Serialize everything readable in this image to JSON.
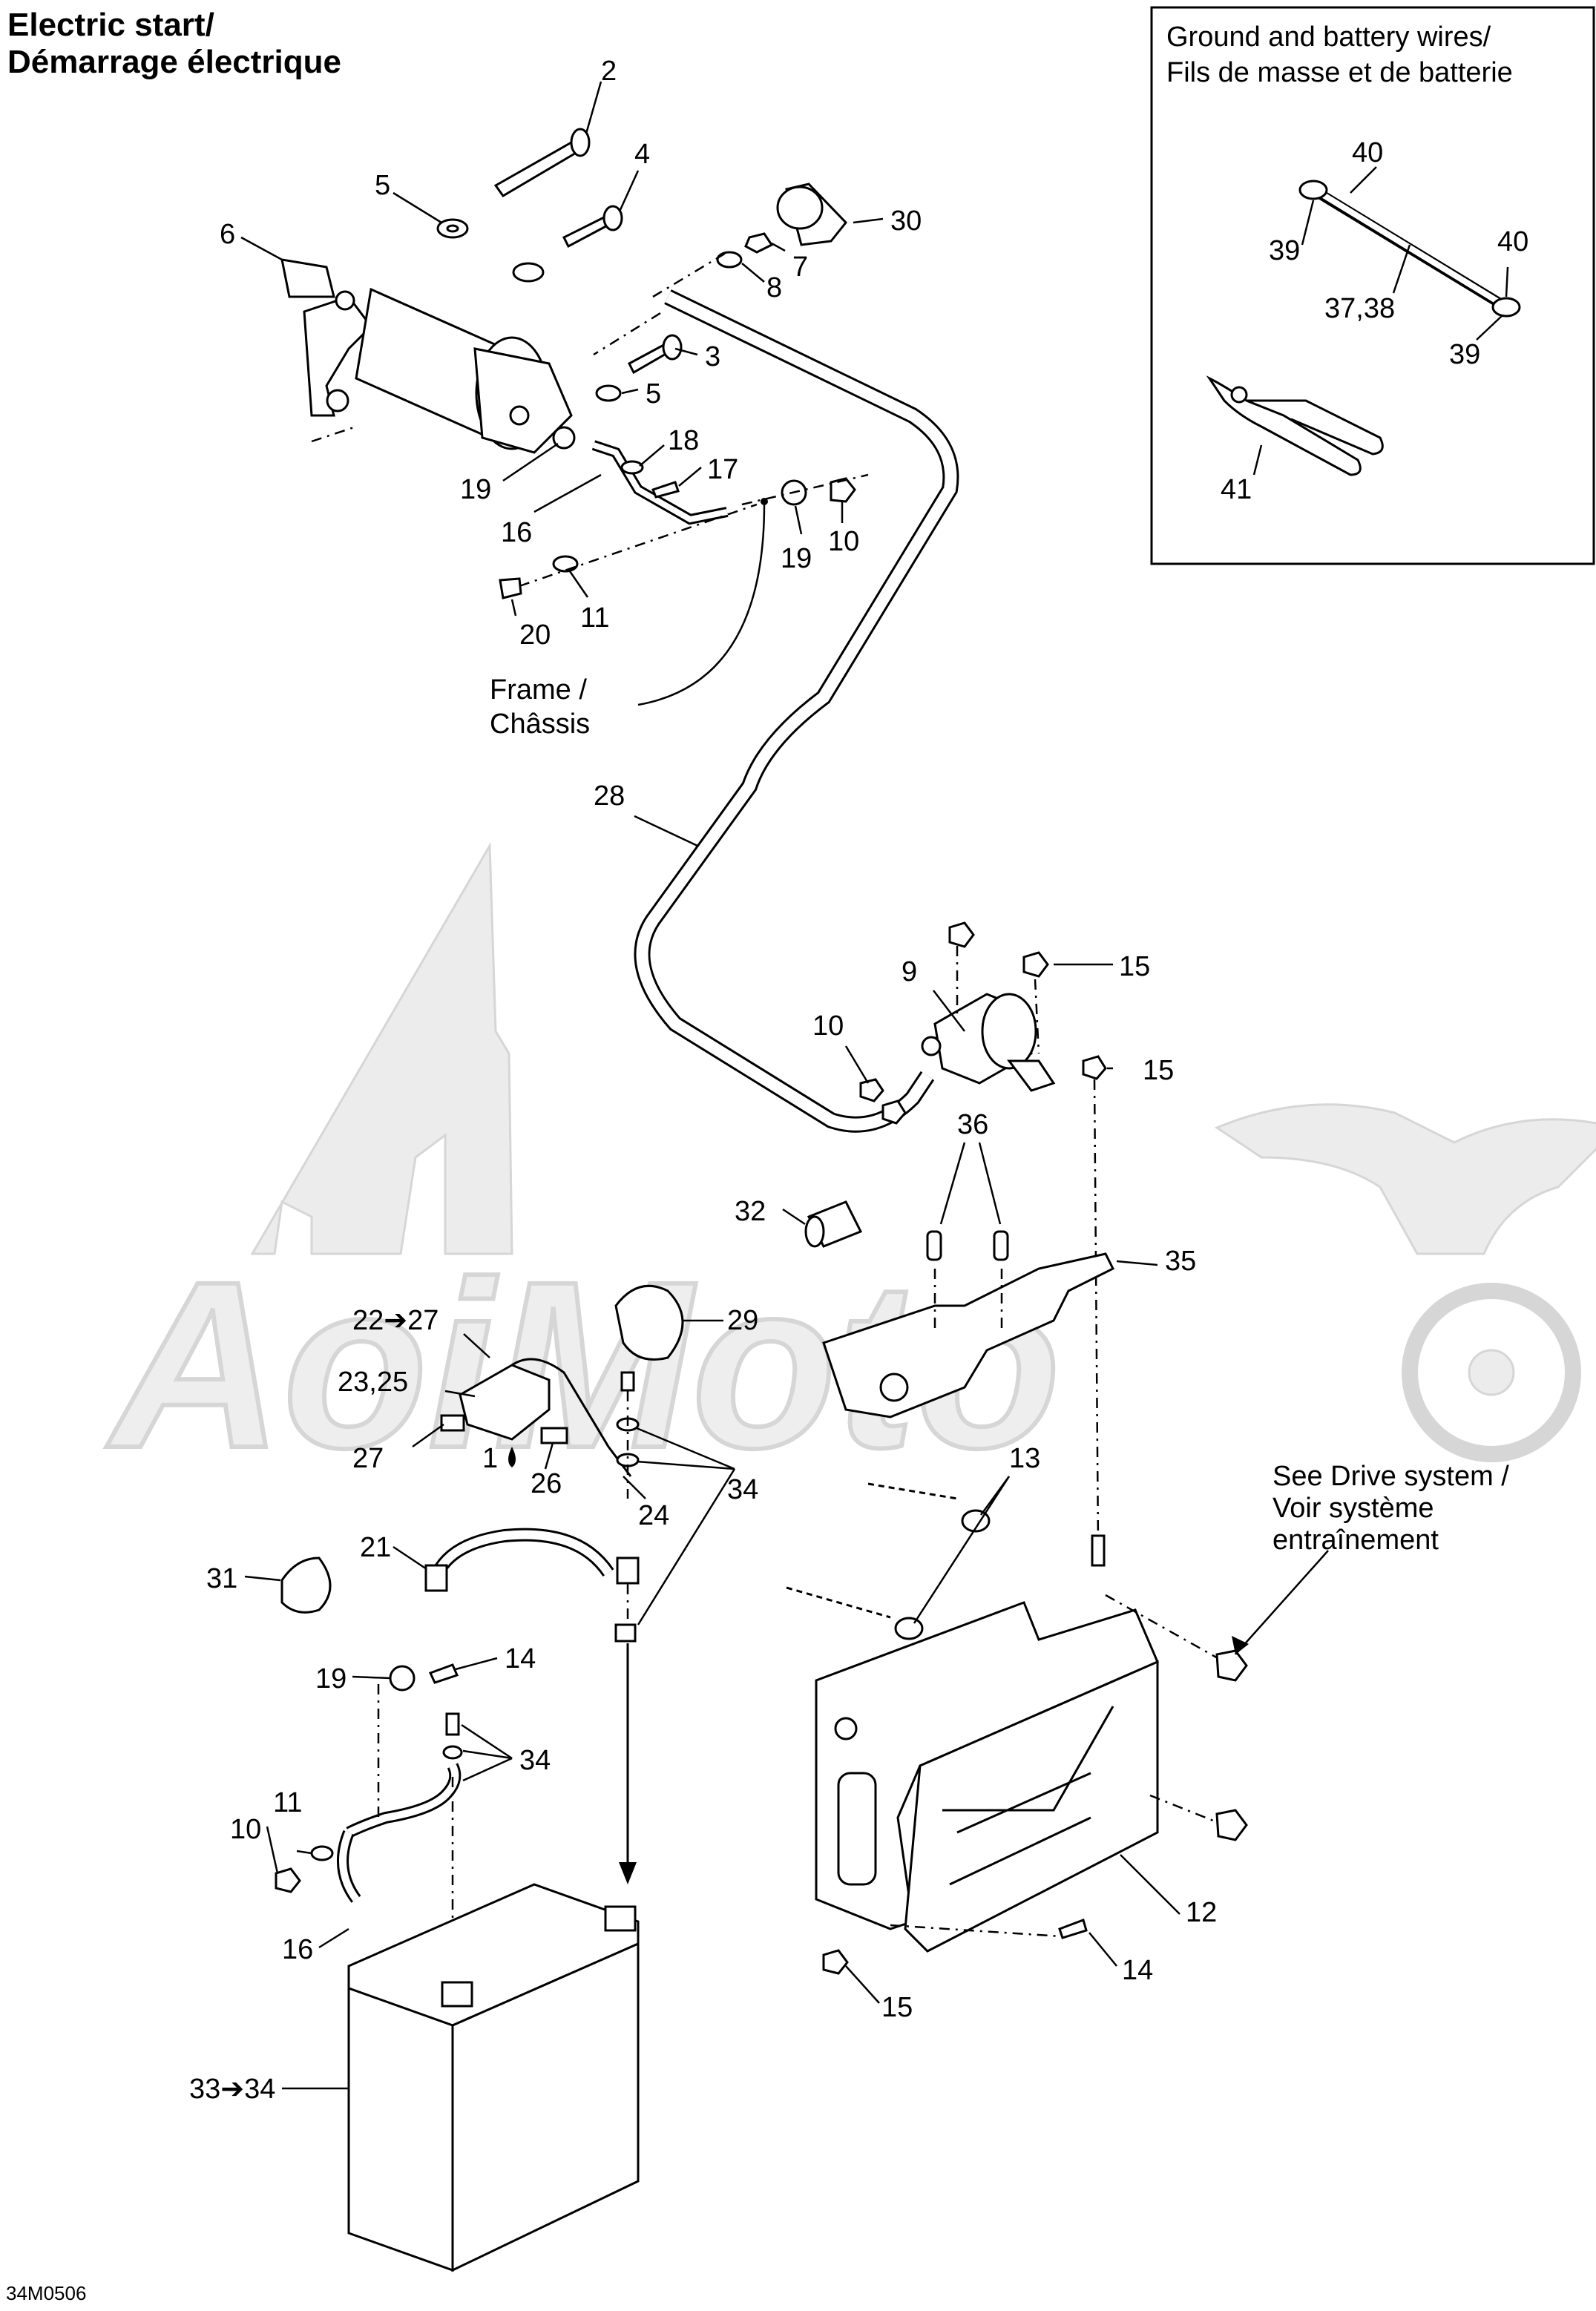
{
  "title": {
    "line1": "Electric start/",
    "line2": "Démarrage électrique"
  },
  "inset": {
    "title_line1": "Ground and battery wires/",
    "title_line2": "Fils de masse et de batterie"
  },
  "notes": {
    "frame_line1": "Frame /",
    "frame_line2": "Châssis",
    "drive_line1": "See Drive system /",
    "drive_line2": "Voir système",
    "drive_line3": "entraînement"
  },
  "watermark": "AoiMoto",
  "diagram_code": "34M0506",
  "callouts": {
    "c2": "2",
    "c5a": "5",
    "c4": "4",
    "c6": "6",
    "c30": "30",
    "c7": "7",
    "c8": "8",
    "c3": "3",
    "c5b": "5",
    "c18": "18",
    "c17": "17",
    "c19a": "19",
    "c16a": "16",
    "c19b": "19",
    "c10a": "10",
    "c20": "20",
    "c11a": "11",
    "c28": "28",
    "c15a": "15",
    "c9": "9",
    "c10b": "10",
    "c15b": "15",
    "c36": "36",
    "c32": "32",
    "c35": "35",
    "c22": "22➔27",
    "c29": "29",
    "c23": "23,25",
    "c27": "27",
    "c1": "1",
    "c26": "26",
    "c24": "24",
    "c34a": "34",
    "c13": "13",
    "c21": "21",
    "c31": "31",
    "c19c": "19",
    "c14a": "14",
    "c34b": "34",
    "c11b": "11",
    "c10c": "10",
    "c16b": "16",
    "c12": "12",
    "c14b": "14",
    "c15c": "15",
    "c33": "33➔34",
    "i40a": "40",
    "i39a": "39",
    "i40b": "40",
    "i3738": "37,38",
    "i39b": "39",
    "i41": "41"
  }
}
